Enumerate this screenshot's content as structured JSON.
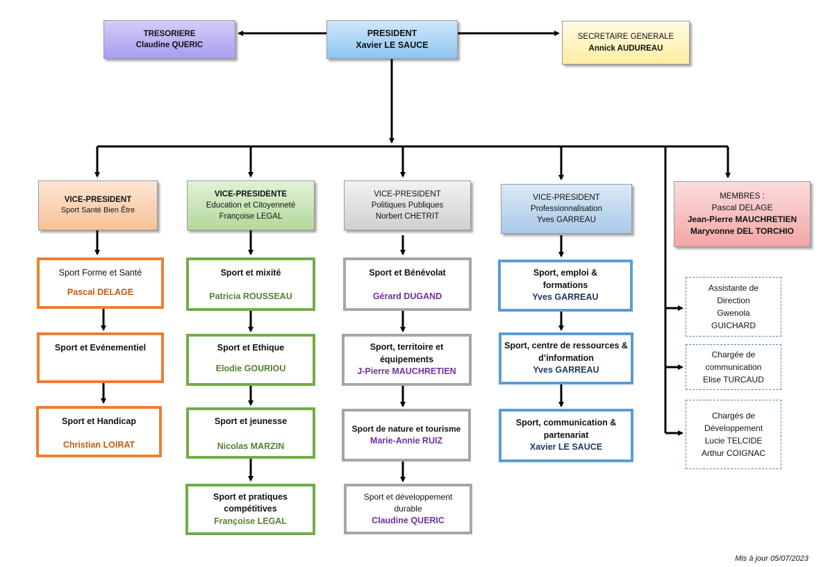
{
  "top": {
    "president": {
      "title": "PRESIDENT",
      "name": "Xavier LE SAUCE"
    },
    "treasurer": {
      "title": "TRESORIERE",
      "name": "Claudine QUERIC"
    },
    "secretary": {
      "title": "SECRETAIRE GENERALE",
      "name": "Annick AUDUREAU"
    }
  },
  "columns": [
    {
      "header": {
        "title": "VICE-PRESIDENT",
        "line2": "Sport Santé Bien Être",
        "line3": ""
      },
      "items": [
        {
          "title": "Sport Forme et Santé",
          "name": "Pascal DELAGE"
        },
        {
          "title": "Sport et Evénementiel",
          "name": ""
        },
        {
          "title": "Sport et Handicap",
          "name": "Christian LOIRAT"
        }
      ]
    },
    {
      "header": {
        "title": "VICE-PRESIDENTE",
        "line2": "Education et Citoyenneté",
        "line3": "Françoise LEGAL"
      },
      "items": [
        {
          "title": "Sport et mixité",
          "name": "Patricia ROUSSEAU"
        },
        {
          "title": "Sport et Ethique",
          "name": "Elodie GOURIOU"
        },
        {
          "title": "Sport et jeunesse",
          "name": "Nicolas MARZIN"
        },
        {
          "title": "Sport et pratiques compétitives",
          "name": "Françoise LEGAL"
        }
      ]
    },
    {
      "header": {
        "title": "VICE-PRESIDENT",
        "line2": "Politiques Publiques",
        "line3": "Norbert CHETRIT"
      },
      "items": [
        {
          "title": "Sport et Bénévolat",
          "name": "Gérard DUGAND"
        },
        {
          "title": "Sport, territoire et équipements",
          "name": "J-Pierre MAUCHRETIEN"
        },
        {
          "title": "Sport de nature et tourisme",
          "name": "Marie-Annie RUIZ"
        },
        {
          "title": "Sport et développement durable",
          "name": "Claudine QUERIC"
        }
      ]
    },
    {
      "header": {
        "title": "VICE-PRESIDENT",
        "line2": "Professionnalisation",
        "line3": "Yves GARREAU"
      },
      "items": [
        {
          "title": "Sport, emploi & formations",
          "name": "Yves GARREAU"
        },
        {
          "title": "Sport, centre de ressources & d’information",
          "name": "Yves GARREAU"
        },
        {
          "title": "Sport, communication & partenariat",
          "name": "Xavier LE SAUCE"
        }
      ]
    }
  ],
  "members": {
    "title": "MEMBRES :",
    "names": [
      "Pascal DELAGE",
      "Jean-Pierre MAUCHRETIEN",
      "Maryvonne DEL TORCHIO"
    ]
  },
  "staff": [
    {
      "lines": [
        "Assistante de",
        "Direction",
        "Gwenola",
        "GUICHARD"
      ]
    },
    {
      "lines": [
        "Chargée de",
        "communication",
        "Elise TURCAUD"
      ]
    },
    {
      "lines": [
        "Chargés de",
        "Développement",
        "Lucie TELCIDE",
        "Arthur COIGNAC"
      ]
    }
  ],
  "footnote": "Mis à jour 05/07/2023",
  "colors": {
    "president": "#A9D4F5",
    "treasurer": "#B7B0F4",
    "secretary": "#FFF2B8",
    "vp1": "#FAD3B5",
    "vp2": "#C6E4B0",
    "vp3": "#E0E0E0",
    "vp4": "#BDD7EE",
    "members": "#F6BDBD",
    "orange": "#ED7D31",
    "green": "#70AD47",
    "grey": "#A6A6A6",
    "blue": "#5B9BD5"
  }
}
